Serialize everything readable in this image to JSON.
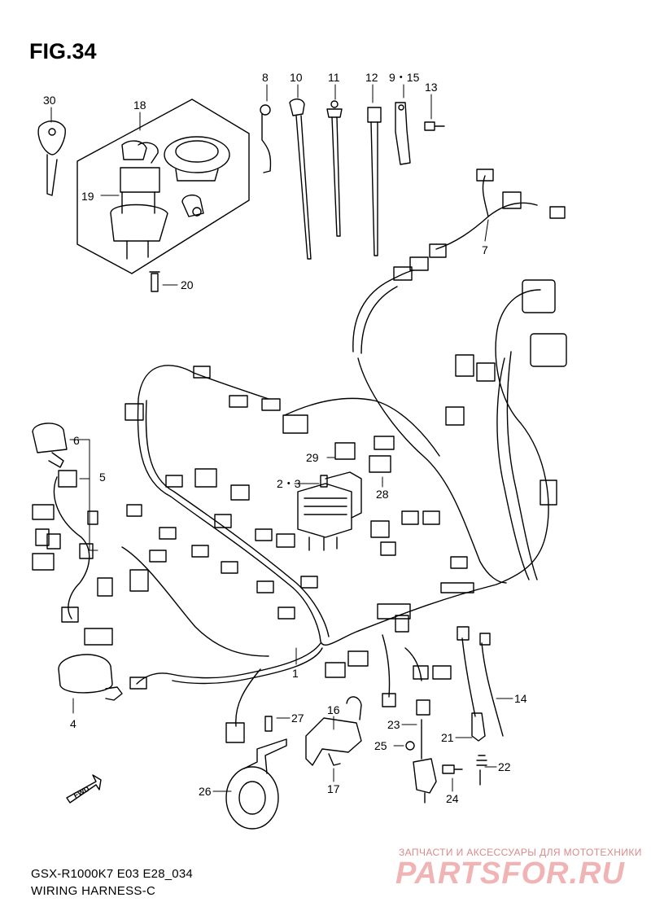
{
  "figure": {
    "title": "FIG.34"
  },
  "footer": {
    "model": "GSX-R1000K7 E03 E28_034",
    "title": "WIRING HARNESS-C"
  },
  "watermark": {
    "tagline": "ЗАПЧАСТИ И АКСЕССУАРЫ ДЛЯ МОТОТЕХНИКИ",
    "logo_text": "PARTSFOR.RU"
  },
  "fwd_arrow": {
    "label": "FWD"
  },
  "callouts": [
    {
      "id": "30",
      "label": "30"
    },
    {
      "id": "18",
      "label": "18"
    },
    {
      "id": "19",
      "label": "19"
    },
    {
      "id": "20",
      "label": "20"
    },
    {
      "id": "8",
      "label": "8"
    },
    {
      "id": "10",
      "label": "10"
    },
    {
      "id": "11",
      "label": "11"
    },
    {
      "id": "12",
      "label": "12"
    },
    {
      "id": "9-15",
      "label": "9・15"
    },
    {
      "id": "13",
      "label": "13"
    },
    {
      "id": "7",
      "label": "7"
    },
    {
      "id": "6",
      "label": "6"
    },
    {
      "id": "5",
      "label": "5"
    },
    {
      "id": "29",
      "label": "29"
    },
    {
      "id": "2-3",
      "label": "2・3"
    },
    {
      "id": "28",
      "label": "28"
    },
    {
      "id": "1",
      "label": "1"
    },
    {
      "id": "4",
      "label": "4"
    },
    {
      "id": "14",
      "label": "14"
    },
    {
      "id": "27",
      "label": "27"
    },
    {
      "id": "16",
      "label": "16"
    },
    {
      "id": "23",
      "label": "23"
    },
    {
      "id": "25",
      "label": "25"
    },
    {
      "id": "21",
      "label": "21"
    },
    {
      "id": "22",
      "label": "22"
    },
    {
      "id": "17",
      "label": "17"
    },
    {
      "id": "24",
      "label": "24"
    },
    {
      "id": "26",
      "label": "26"
    }
  ]
}
